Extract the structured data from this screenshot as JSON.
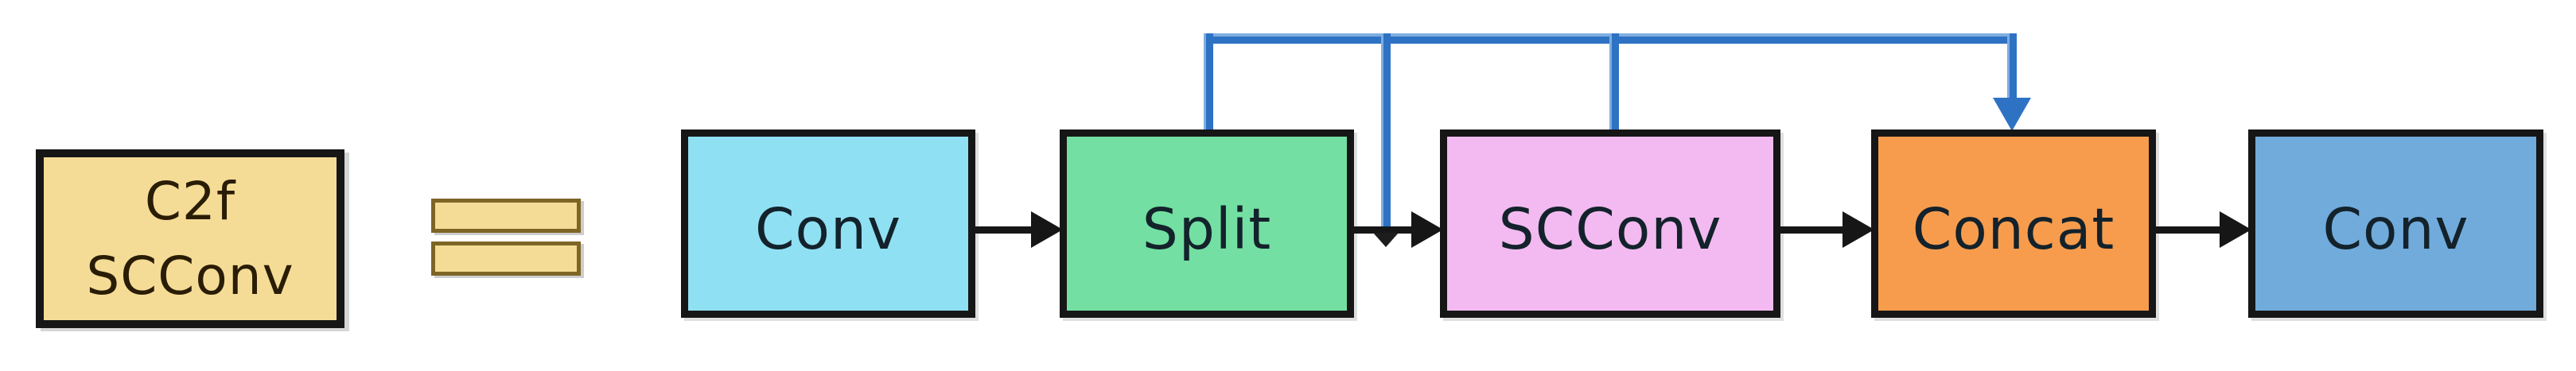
{
  "figure": {
    "lhs_block": {
      "line1": "C2f",
      "line2": "SCConv"
    },
    "equals_symbol": "=",
    "blocks": [
      {
        "id": "conv-1",
        "label": "Conv"
      },
      {
        "id": "split",
        "label": "Split"
      },
      {
        "id": "scconv",
        "label": "SCConv"
      },
      {
        "id": "concat",
        "label": "Concat"
      },
      {
        "id": "conv-2",
        "label": "Conv"
      }
    ],
    "connections": [
      {
        "from": "conv-1",
        "to": "split",
        "type": "arrow"
      },
      {
        "from": "split",
        "to": "scconv",
        "type": "arrow"
      },
      {
        "from": "scconv",
        "to": "concat",
        "type": "arrow"
      },
      {
        "from": "concat",
        "to": "conv-2",
        "type": "arrow"
      },
      {
        "from": "split",
        "to": "concat",
        "type": "skip-connection"
      },
      {
        "from": "scconv",
        "to": "concat",
        "type": "skip-connection"
      }
    ]
  },
  "colors": {
    "lhs_fill": "#F5DC96",
    "equals_fill": "#F5DC96",
    "equals_border": "#7D6526",
    "conv_1_fill": "#8FE0F2",
    "split_fill": "#73DFA2",
    "scconv_fill": "#F2BAF0",
    "concat_fill": "#F79C4D",
    "conv_2_fill": "#70ABDB",
    "skip_line": "#2E72C4",
    "skip_line_light": "#7FADE0",
    "arrow_black": "#161616",
    "lhs_text": "#2A1D06",
    "block_text": "#13222B"
  }
}
